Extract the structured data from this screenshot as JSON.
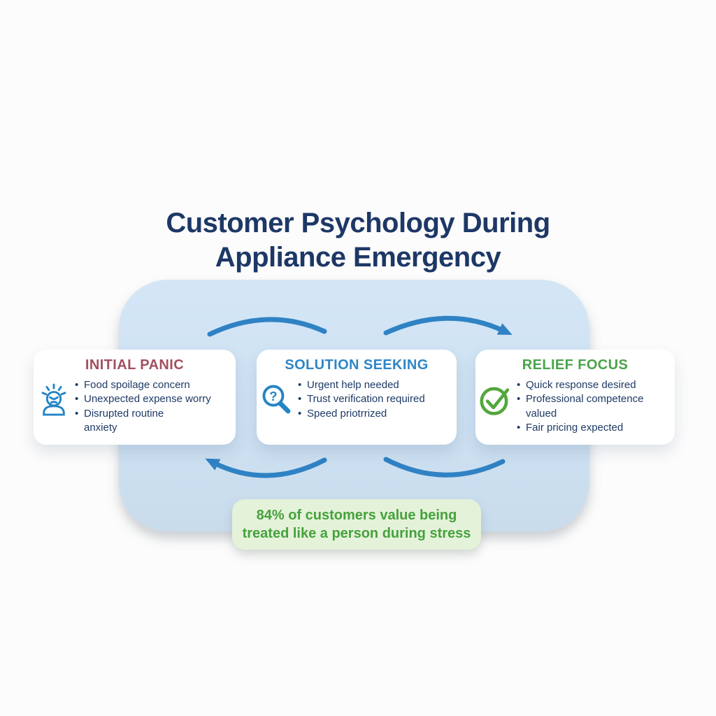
{
  "title": {
    "line1": "Customer Psychology During",
    "line2": "Appliance Emergency"
  },
  "stages": [
    {
      "label": "INITIAL PANIC",
      "accent_color": "#a14f5f",
      "icon": "stressed-person-icon",
      "bullets": [
        "Food spoilage concern",
        "Unexpected expense worry",
        "Disrupted routine\nanxiety"
      ]
    },
    {
      "label": "SOLUTION SEEKING",
      "accent_color": "#2e86c6",
      "icon": "magnifier-question-icon",
      "bullets": [
        "Urgent help needed",
        "Trust verification required",
        "Speed priotrrized"
      ]
    },
    {
      "label": "RELIEF FOCUS",
      "accent_color": "#4aa34a",
      "icon": "check-circle-icon",
      "bullets": [
        "Quick response desired",
        "Professional competence valued",
        "Fair pricing expected"
      ]
    }
  ],
  "stat": {
    "text": "84% of customers value being\ntreated like a person during stress"
  },
  "colors": {
    "title_navy": "#1d3866",
    "bullet_navy": "#1e3a66",
    "arrow_blue": "#2f82c4",
    "icon_blue": "#2484c6",
    "check_green": "#52a73c",
    "container_blue": "#cde1f2",
    "stat_bg_green": "#e5f2da",
    "stat_text_green": "#44a23c"
  }
}
